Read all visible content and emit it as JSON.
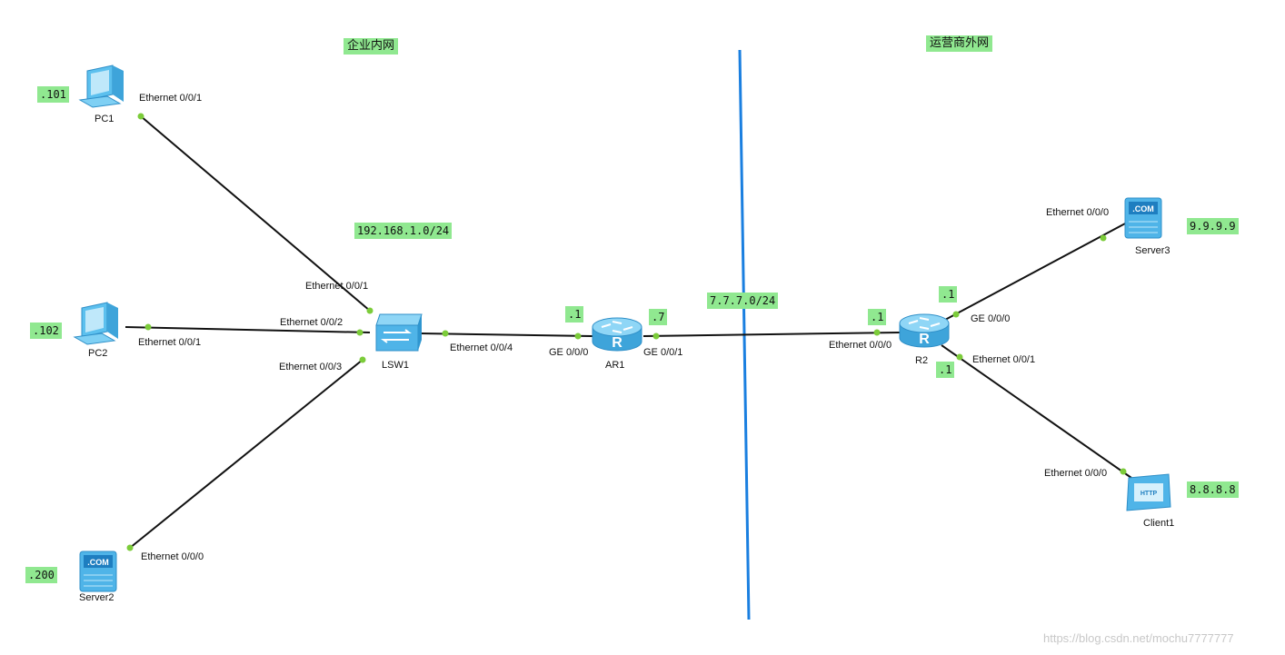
{
  "zones": {
    "left": "企业内网",
    "right": "运营商外网"
  },
  "networks": {
    "lan": "192.168.1.0/24",
    "wan": "7.7.7.0/24"
  },
  "devices": {
    "pc1": {
      "name": "PC1",
      "ip": ".101"
    },
    "pc2": {
      "name": "PC2",
      "ip": ".102"
    },
    "server2": {
      "name": "Server2",
      "ip": ".200",
      "screen": ".COM"
    },
    "lsw1": {
      "name": "LSW1"
    },
    "ar1": {
      "name": "AR1",
      "ip_left": ".1",
      "ip_right": ".7",
      "glyph": "R"
    },
    "r2": {
      "name": "R2",
      "ip_left": ".1",
      "ip_up": ".1",
      "ip_down": ".1",
      "glyph": "R"
    },
    "server3": {
      "name": "Server3",
      "ip": "9.9.9.9",
      "screen": ".COM"
    },
    "client1": {
      "name": "Client1",
      "ip": "8.8.8.8",
      "screen": "HTTP"
    }
  },
  "ports": {
    "pc1_e001": "Ethernet 0/0/1",
    "lsw1_e001": "Ethernet 0/0/1",
    "lsw1_e002": "Ethernet 0/0/2",
    "pc2_e001": "Ethernet 0/0/1",
    "lsw1_e003": "Ethernet 0/0/3",
    "server2_e000": "Ethernet 0/0/0",
    "lsw1_e004": "Ethernet 0/0/4",
    "ar1_ge000": "GE 0/0/0",
    "ar1_ge001": "GE 0/0/1",
    "r2_e000": "Ethernet 0/0/0",
    "r2_ge000": "GE 0/0/0",
    "r2_e001": "Ethernet 0/0/1",
    "server3_e000": "Ethernet 0/0/0",
    "client1_e000": "Ethernet 0/0/0"
  },
  "colors": {
    "link": "#111111",
    "port_dot": "#7ccc3a",
    "divider": "#1a7fe0",
    "label_bg": "#90e890",
    "device": "#4fb4e8"
  },
  "watermark": "https://blog.csdn.net/mochu7777777"
}
